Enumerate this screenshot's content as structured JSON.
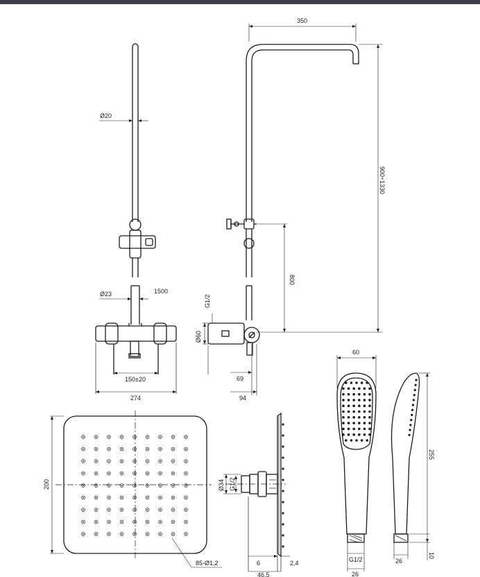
{
  "dimensions": {
    "arm_length": "350",
    "rail_height": "900÷1330",
    "rail_diameter": "Ø20",
    "pipe_diameter": "Ø23",
    "pipe_length": "1500",
    "thread_top": "G1/2",
    "body_diameter": "Ø60",
    "outlet_height": "800",
    "depth_69": "69",
    "depth_94": "94",
    "inlet_spacing": "150±20",
    "mixer_width": "274",
    "hand_width": "60",
    "hand_length": "255",
    "hand_thread": "G1/2",
    "hand_depth": "26",
    "hand_bottom": "26",
    "hand_tail": "10",
    "head_size": "200",
    "head_nozzles": "85-Ø1,2",
    "connector_diameter": "Ø34",
    "connector_thread": "G1/2",
    "head_offset": "6",
    "head_thickness": "2,4",
    "head_depth": "46,5"
  }
}
